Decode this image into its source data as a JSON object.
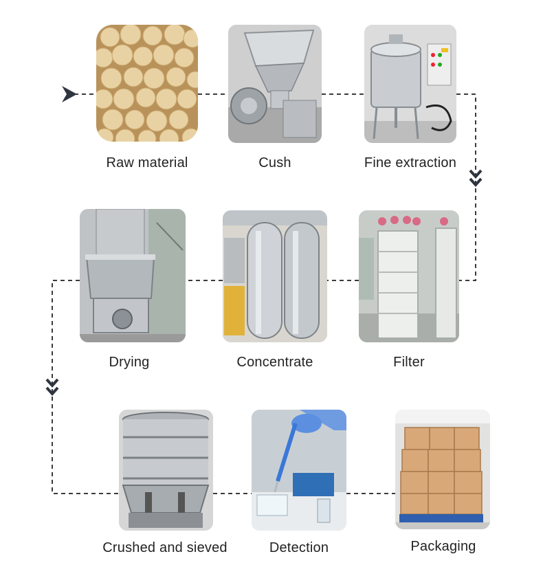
{
  "steps": [
    {
      "label": "Raw material",
      "photo_icon": "mushroom-balls-photo"
    },
    {
      "label": "Cush",
      "photo_icon": "crusher-machine-photo"
    },
    {
      "label": "Fine extraction",
      "photo_icon": "extraction-tank-photo"
    },
    {
      "label": "Filter",
      "photo_icon": "filter-columns-photo"
    },
    {
      "label": "Concentrate",
      "photo_icon": "concentrator-tanks-photo"
    },
    {
      "label": "Drying",
      "photo_icon": "dryer-machine-photo"
    },
    {
      "label": "Crushed and sieved",
      "photo_icon": "vibrating-sieve-photo"
    },
    {
      "label": "Detection",
      "photo_icon": "lab-pipette-photo"
    },
    {
      "label": "Packaging",
      "photo_icon": "carton-pallet-photo"
    }
  ],
  "colors": {
    "line": "#3a3a3a",
    "label": "#222222",
    "arrow": "#2f3540"
  }
}
